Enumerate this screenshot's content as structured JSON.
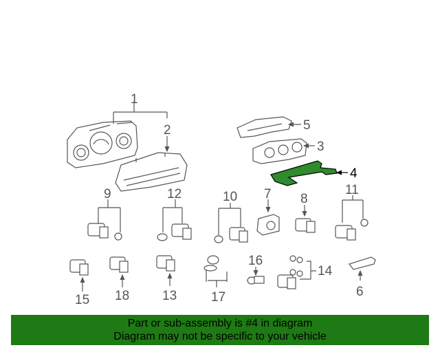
{
  "diagram": {
    "callouts": [
      "1",
      "2",
      "3",
      "4",
      "5",
      "6",
      "7",
      "8",
      "9",
      "10",
      "11",
      "12",
      "13",
      "14",
      "15",
      "16",
      "17",
      "18"
    ],
    "highlighted_part": "4",
    "colors": {
      "line": "#555555",
      "highlight_fill": "#2e8b2e",
      "banner": "#1e7a14"
    }
  },
  "banner": {
    "line1": "Part or sub-assembly is #4 in diagram",
    "line2": "Diagram may not be specific to your vehicle"
  }
}
